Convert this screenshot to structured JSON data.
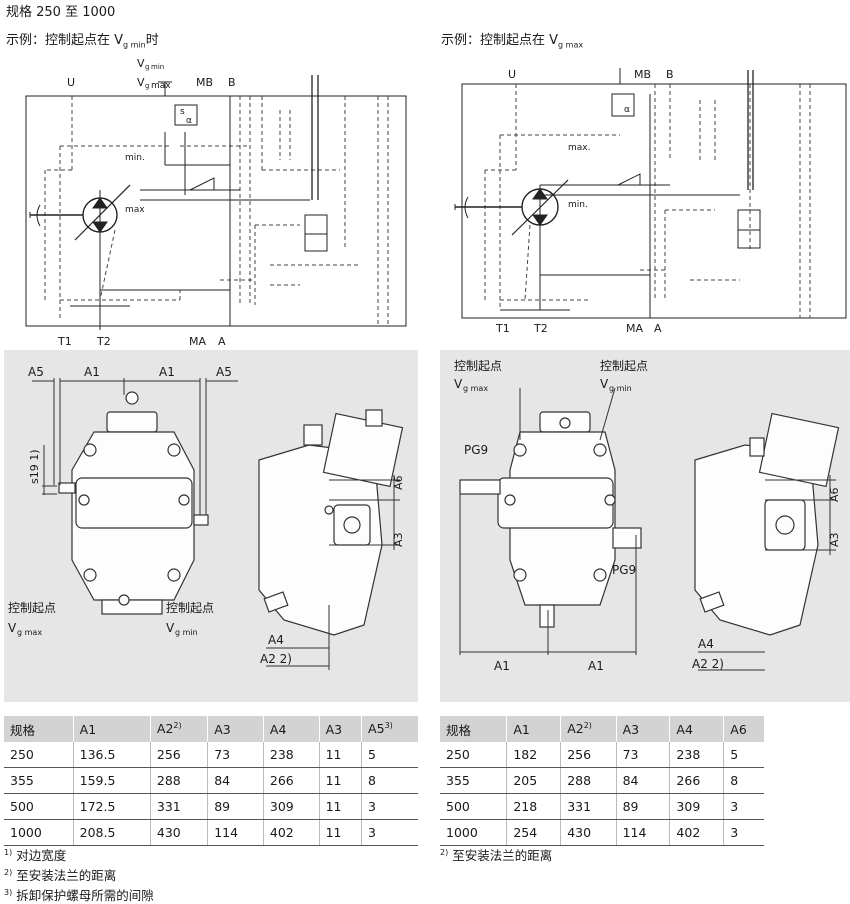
{
  "header": {
    "title": "规格 250 至 1000"
  },
  "left": {
    "example_prefix": "示例：控制起点在 V",
    "example_sub": "g min",
    "example_suffix": "时",
    "schematic_labels": {
      "U": "U",
      "vgmin_top": "min",
      "vgmax_top": "max",
      "V": "V",
      "g": "g",
      "MB": "MB",
      "B": "B",
      "T1": "T1",
      "T2": "T2",
      "MA": "MA",
      "A": "A",
      "s": "s",
      "alpha": "α",
      "min": "min.",
      "max": "max"
    },
    "dims": {
      "A5_left": "A5",
      "A1_left": "A1",
      "A1_right": "A1",
      "A5_right": "A5",
      "s19": "s19 1)",
      "A6": "A6",
      "A3": "A3",
      "A4": "A4",
      "A2": "A2 2)"
    },
    "callouts": {
      "ctrl_max_label": "控制起点",
      "ctrl_max_sub": "g max",
      "ctrl_min_label": "控制起点",
      "ctrl_min_sub": "g min"
    }
  },
  "right": {
    "example_prefix": "示例：控制起点在 V",
    "example_sub": "g max",
    "schematic_labels": {
      "U": "U",
      "MB": "MB",
      "B": "B",
      "T1": "T1",
      "T2": "T2",
      "MA": "MA",
      "A": "A",
      "max": "max.",
      "min": "min.",
      "alpha": "α"
    },
    "dims": {
      "A1_left": "A1",
      "A1_right": "A1",
      "A6": "A6",
      "A3": "A3",
      "A4": "A4",
      "A2": "A2 2)",
      "PG9_top": "PG9",
      "PG9_bottom": "PG9"
    },
    "callouts": {
      "ctrl_max_label": "控制起点",
      "ctrl_max_sub": "g max",
      "ctrl_min_label": "控制起点",
      "ctrl_min_sub": "g min"
    }
  },
  "table_left": {
    "headers": [
      "规格",
      "A1",
      "A2",
      "A3",
      "A4",
      "A3",
      "A5"
    ],
    "header_sups": [
      "",
      "",
      "2)",
      "",
      "",
      "",
      "3)"
    ],
    "rows": [
      [
        "250",
        "136.5",
        "256",
        "73",
        "238",
        "11",
        "5"
      ],
      [
        "355",
        "159.5",
        "288",
        "84",
        "266",
        "11",
        "8"
      ],
      [
        "500",
        "172.5",
        "331",
        "89",
        "309",
        "11",
        "3"
      ],
      [
        "1000",
        "208.5",
        "430",
        "114",
        "402",
        "11",
        "3"
      ]
    ]
  },
  "table_right": {
    "headers": [
      "规格",
      "A1",
      "A2",
      "A3",
      "A4",
      "A6"
    ],
    "header_sups": [
      "",
      "",
      "2)",
      "",
      "",
      ""
    ],
    "rows": [
      [
        "250",
        "182",
        "256",
        "73",
        "238",
        "5"
      ],
      [
        "355",
        "205",
        "288",
        "84",
        "266",
        "8"
      ],
      [
        "500",
        "218",
        "331",
        "89",
        "309",
        "3"
      ],
      [
        "1000",
        "254",
        "430",
        "114",
        "402",
        "3"
      ]
    ]
  },
  "footnotes_left": [
    {
      "num": "1)",
      "text": "对边宽度"
    },
    {
      "num": "2)",
      "text": "至安装法兰的距离"
    },
    {
      "num": "3)",
      "text": "拆卸保护螺母所需的间隙"
    }
  ],
  "footnotes_right": [
    {
      "num": "2)",
      "text": "至安装法兰的距离"
    }
  ]
}
